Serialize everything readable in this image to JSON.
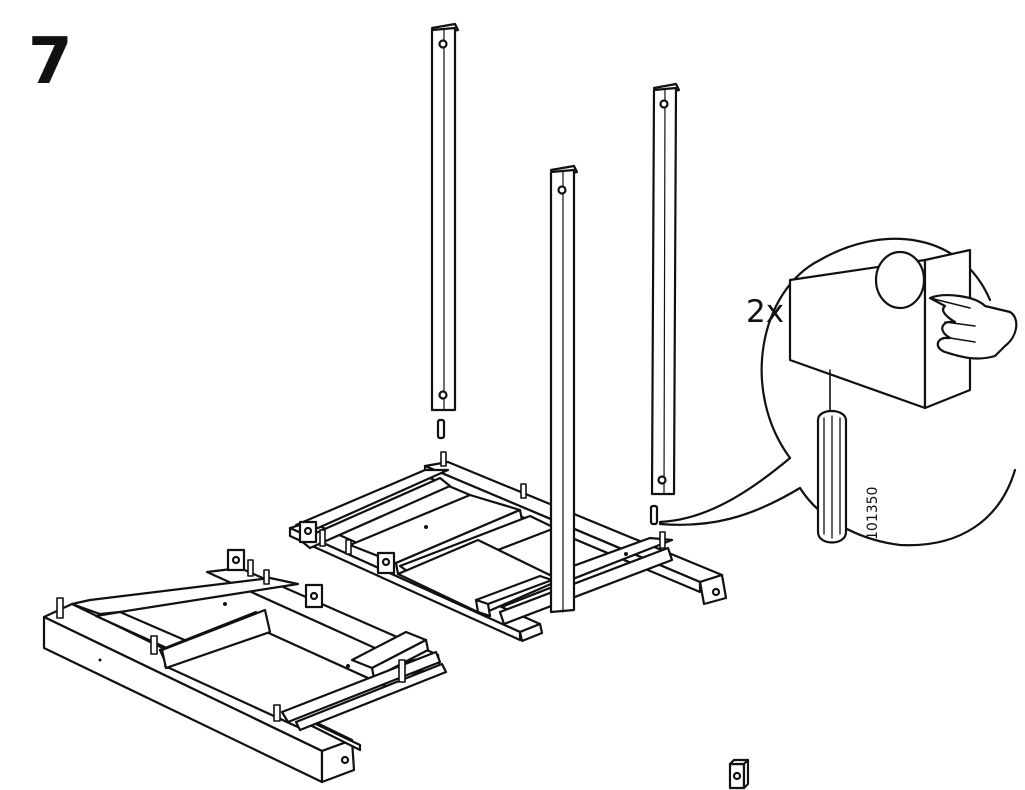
{
  "instruction": {
    "step_number": "7",
    "quantity_label": "2x",
    "part_number": "101350"
  }
}
